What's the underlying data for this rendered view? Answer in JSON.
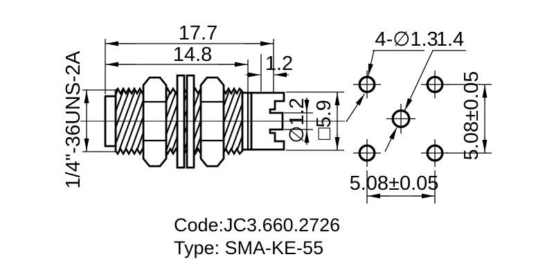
{
  "drawing": {
    "background_color": "#ffffff",
    "line_color": "#000000",
    "side_view": {
      "thread_label": "1/4\"-36UNS-2A",
      "dim_overall": "17.7",
      "dim_body": "14.8",
      "dim_tab": "1.2",
      "dim_pin": "∅1.2",
      "dim_square": "□5.9"
    },
    "footprint": {
      "corner_holes_label": "4-∅1.3",
      "center_hole_label": "1.4",
      "dim_vertical": "5.08±0.05",
      "dim_horizontal": "5.08±0.05"
    },
    "title": {
      "code": "Code:JC3.660.2726",
      "type": "Type: SMA-KE-55"
    }
  }
}
